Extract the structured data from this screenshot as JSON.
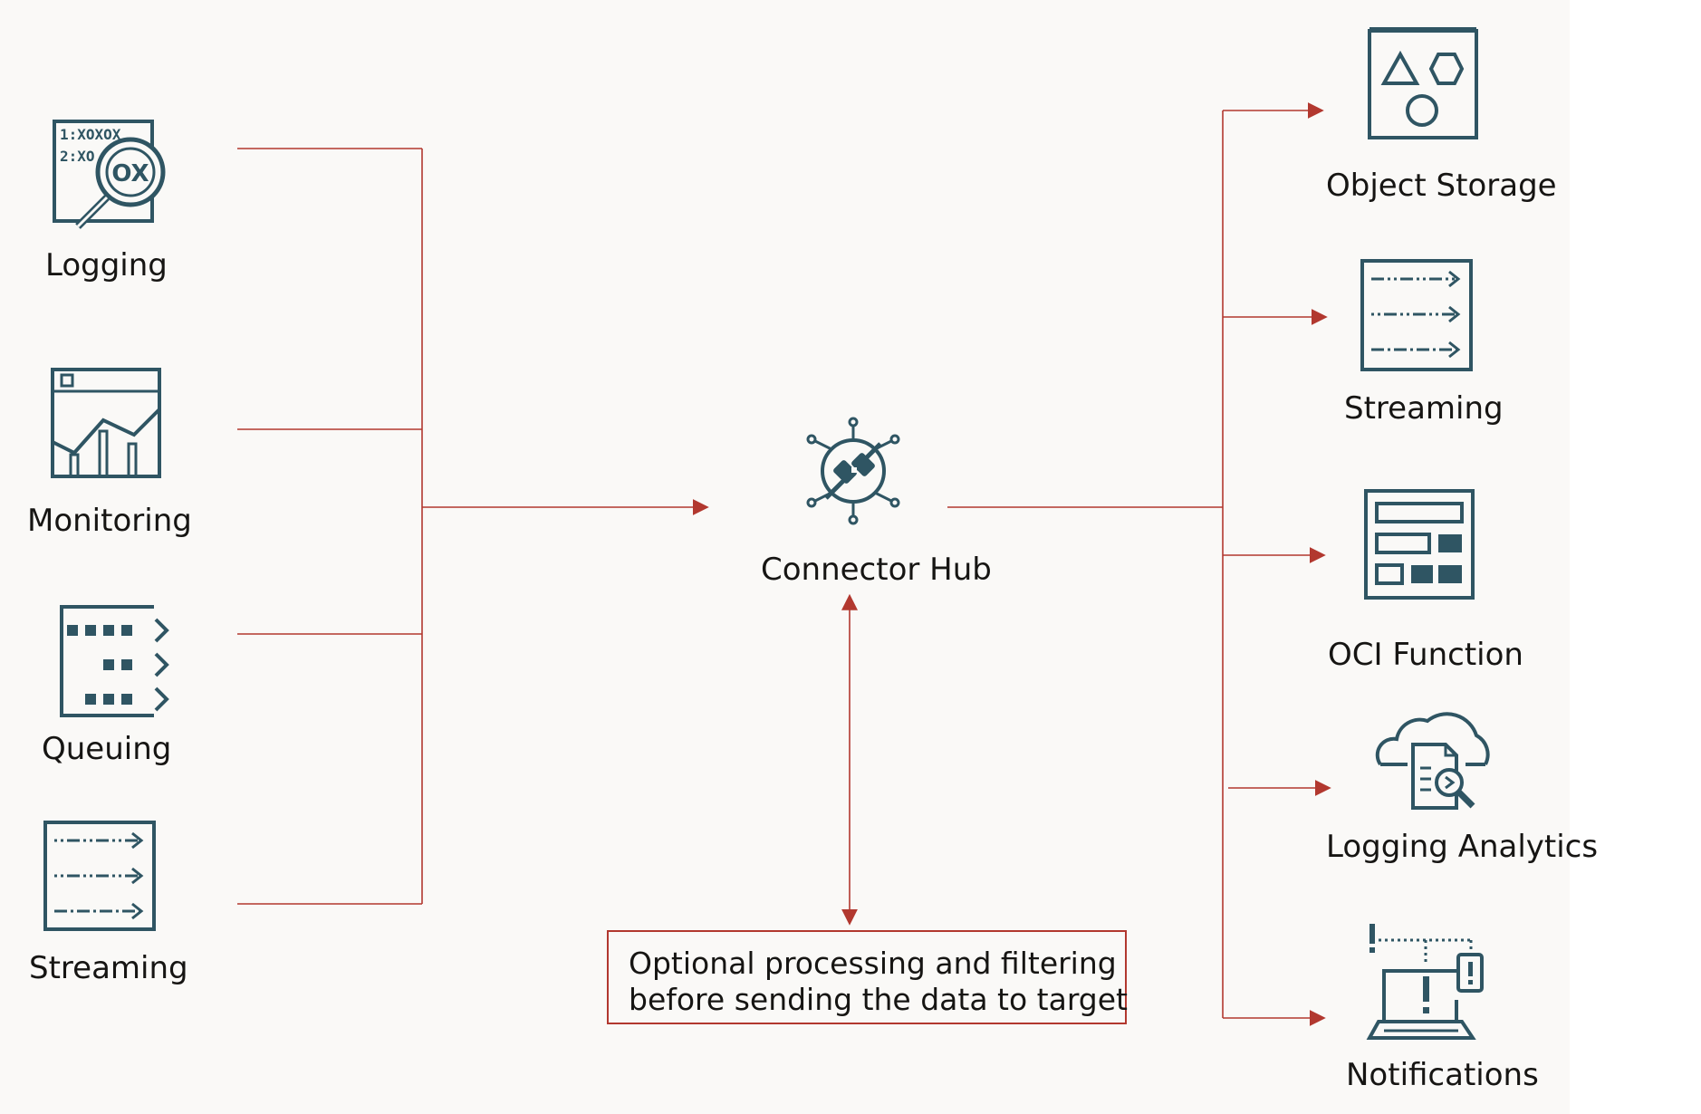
{
  "sources": {
    "logging": {
      "label": "Logging",
      "icon": "log-search-icon",
      "icon_text_1": "1:XOXOX",
      "icon_text_2": "2:XO",
      "icon_text_3": "OX"
    },
    "monitoring": {
      "label": "Monitoring",
      "icon": "dashboard-chart-icon"
    },
    "queuing": {
      "label": "Queuing",
      "icon": "queue-icon"
    },
    "streaming": {
      "label": "Streaming",
      "icon": "stream-icon"
    }
  },
  "hub": {
    "label": "Connector Hub",
    "icon": "connector-plug-icon"
  },
  "note": {
    "line1": "Optional processing and filtering",
    "line2": "before sending the data to target"
  },
  "targets": {
    "object_storage": {
      "label": "Object Storage",
      "icon": "object-storage-icon"
    },
    "streaming": {
      "label": "Streaming",
      "icon": "stream-icon"
    },
    "oci_function": {
      "label": "OCI Function",
      "icon": "function-grid-icon"
    },
    "logging_analytics": {
      "label": "Logging Analytics",
      "icon": "cloud-analytics-icon"
    },
    "notifications": {
      "label": "Notifications",
      "icon": "laptop-alert-icon"
    }
  },
  "colors": {
    "wire": "#b2382f",
    "icon": "#2f5563",
    "text": "#161513",
    "background": "#faf9f7"
  }
}
